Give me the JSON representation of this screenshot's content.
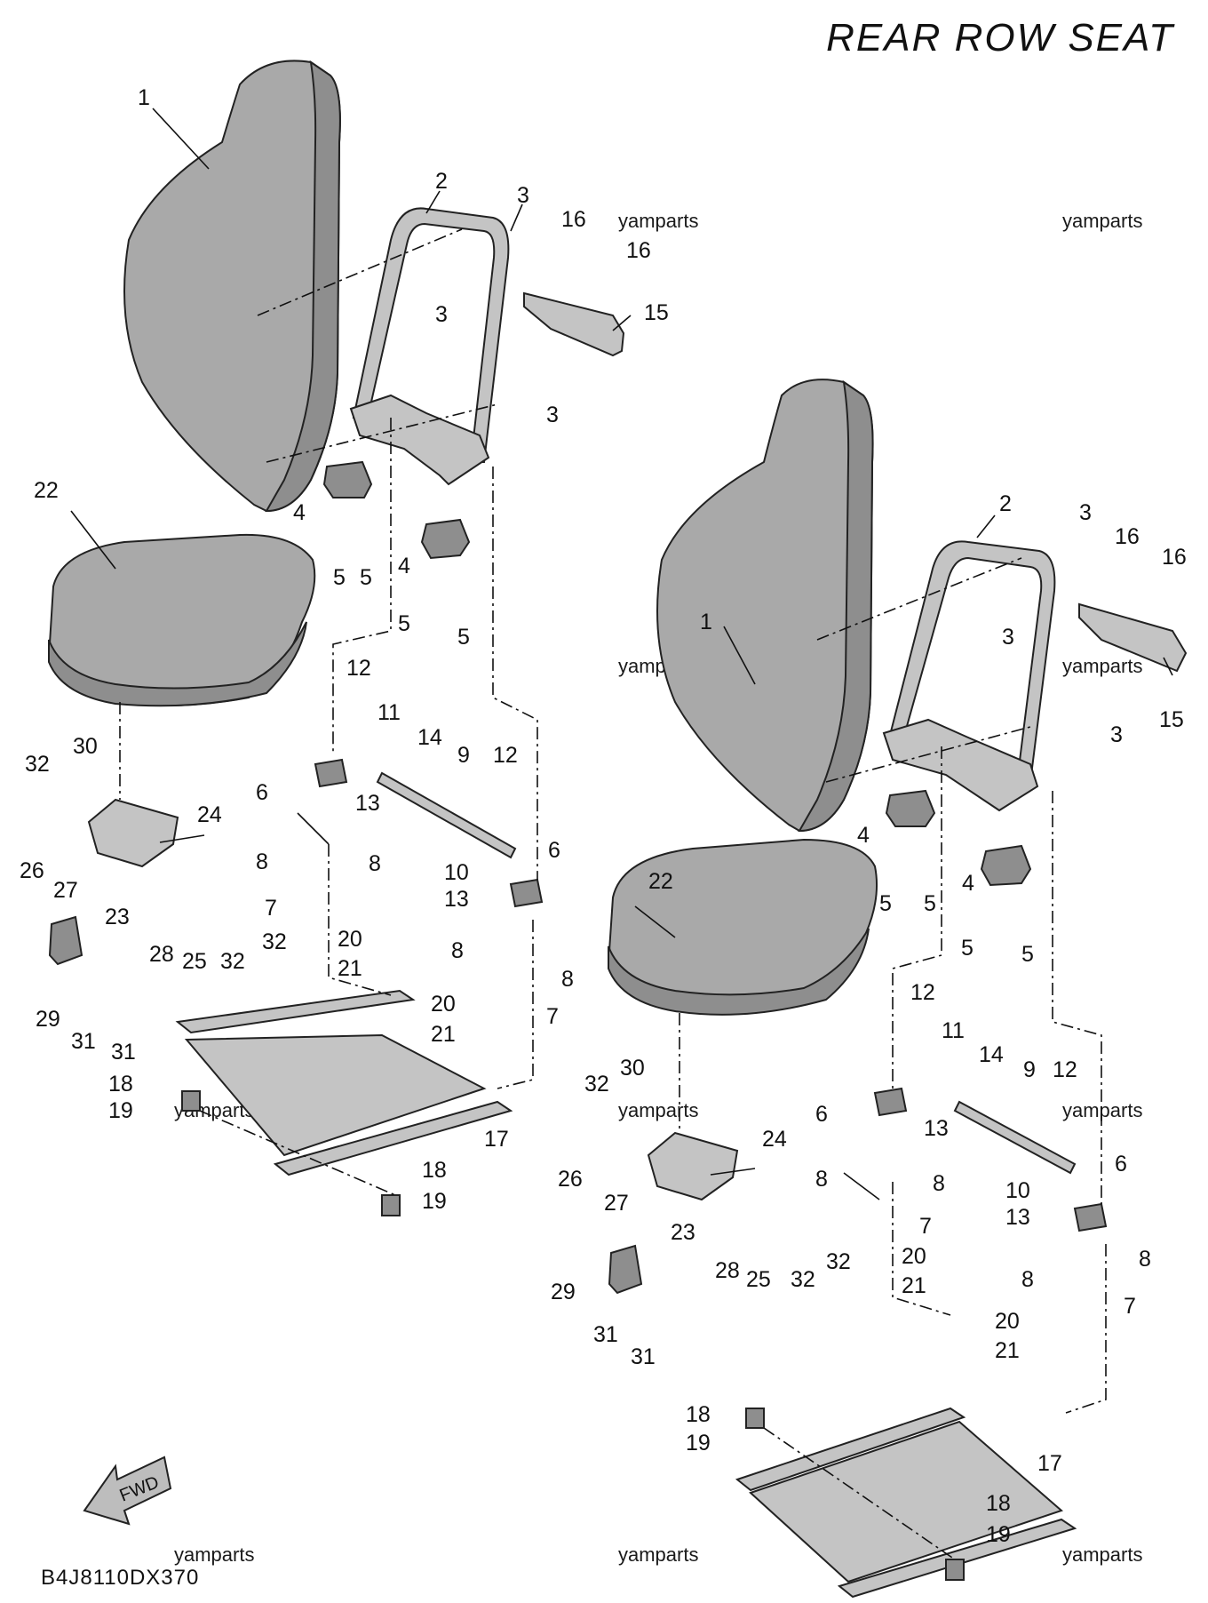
{
  "title": "REAR ROW SEAT",
  "watermark": "yamparts",
  "diagram_code": "B4J8110DX370",
  "fwd_label": "FWD",
  "callouts": [
    "1",
    "2",
    "3",
    "4",
    "5",
    "6",
    "7",
    "8",
    "9",
    "10",
    "11",
    "12",
    "13",
    "14",
    "15",
    "16",
    "17",
    "18",
    "19",
    "20",
    "21",
    "22",
    "23",
    "24",
    "25",
    "26",
    "27",
    "28",
    "29",
    "30",
    "31",
    "32"
  ],
  "colors": {
    "part_fill": "#a9a9a9",
    "outline": "#222222",
    "background": "#ffffff"
  }
}
